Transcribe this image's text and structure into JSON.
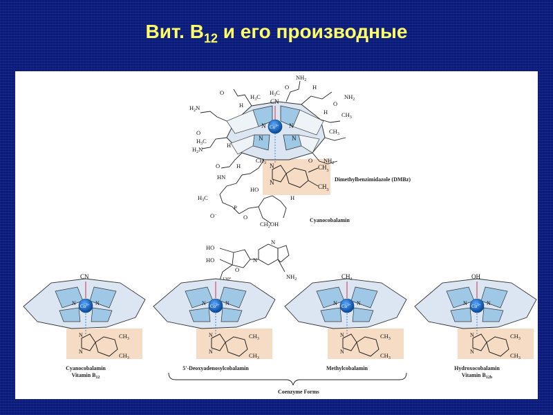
{
  "slide": {
    "title_main": "Вит. B",
    "title_sub": "12",
    "title_rest": " и его производные"
  },
  "main_structure": {
    "substituents": {
      "nh2_top": "NH",
      "h3c_top_left": "H",
      "h3c_top": "H",
      "cn": "CN",
      "h_top": "H",
      "nh2_right": "NH",
      "o_top": "O",
      "o_left_top": "O",
      "h2n_left": "H",
      "h_left_top": "H",
      "h_right": "H",
      "ch3_right_1": "CH",
      "ch3_right_2": "CH",
      "o_left_mid": "O",
      "h3c_left": "H",
      "h2n_left_low": "H",
      "h_left_mid": "H",
      "o_right_low": "O",
      "nh2_right_low": "NH",
      "o_left_low": "O",
      "h_left_low": "H",
      "ch3_low": "CH",
      "hn": "HN",
      "h3c_low": "H",
      "ho": "HO",
      "h_low": "H",
      "o_minus": "O",
      "p": "P",
      "o_p": "O",
      "ch2oh": "CH",
      "n_label": "N",
      "co": "Co",
      "co_charge": "3+"
    },
    "dmbz_label": "Dimethylbenzimidazole (DMBz)",
    "cyano_label": "Cyanocobalamin"
  },
  "adenosyl": {
    "ho_top": "HO",
    "ho_mid": "HO",
    "h2c": "H",
    "angle": "130°",
    "nh2": "NH",
    "n": "N",
    "o": "O"
  },
  "variants": [
    {
      "ligand": "CN",
      "name_line1": "Cyanocobalamin",
      "name_line2": "Vitamin B",
      "name_sub": "12"
    },
    {
      "ligand": "",
      "name_line1": "5'-Deoxyadenosylcobalamin",
      "name_line2": "",
      "name_sub": ""
    },
    {
      "ligand": "CH",
      "ligand_sub": "3",
      "name_line1": "Methylcobalamin",
      "name_line2": "",
      "name_sub": ""
    },
    {
      "ligand": "OH",
      "name_line1": "Hydroxocobalamin",
      "name_line2": "Vitamin B",
      "name_sub": "12b"
    }
  ],
  "ring_labels": {
    "ch3": "CH",
    "sub3": "3",
    "n": "N",
    "co": "Co",
    "co_charge": "3+"
  },
  "coenzyme_label": "Coenzyme Forms",
  "colors": {
    "background": "#0a1a7a",
    "title": "#ffff66",
    "ring_fill": "#cfe3f3",
    "ring_inner": "#9fc8e6",
    "co_ball": "#1b6cc4",
    "dmb_box": "#f6dcc5",
    "bond_red": "#d0304a"
  }
}
